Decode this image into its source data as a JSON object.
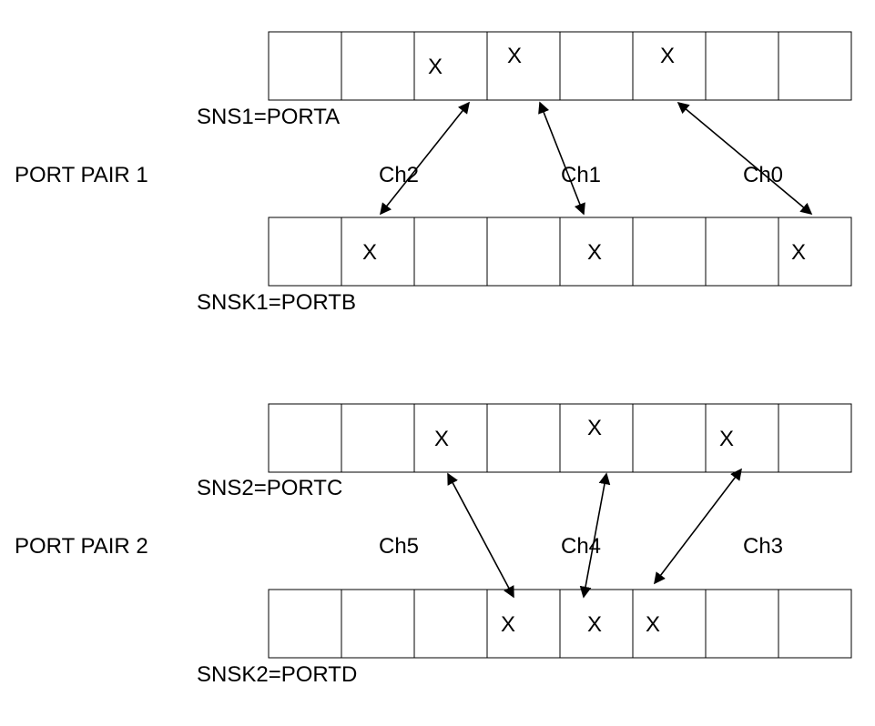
{
  "port_pairs": [
    {
      "label": "PORT PAIR 1",
      "sense_port": {
        "label": "SNS1=PORTA",
        "marks": [
          "",
          "",
          "X",
          "X",
          "",
          "X",
          "",
          ""
        ]
      },
      "sink_port": {
        "label": "SNSK1=PORTB",
        "marks": [
          "",
          "X",
          "",
          "",
          "X",
          "",
          "",
          "X"
        ]
      },
      "channels": [
        "Ch2",
        "Ch1",
        "Ch0"
      ]
    },
    {
      "label": "PORT PAIR 2",
      "sense_port": {
        "label": "SNS2=PORTC",
        "marks": [
          "",
          "",
          "X",
          "",
          "X",
          "",
          "X",
          ""
        ]
      },
      "sink_port": {
        "label": "SNSK2=PORTD",
        "marks": [
          "",
          "",
          "",
          "X",
          "X",
          "X",
          "",
          ""
        ]
      },
      "channels": [
        "Ch5",
        "Ch4",
        "Ch3"
      ]
    }
  ]
}
